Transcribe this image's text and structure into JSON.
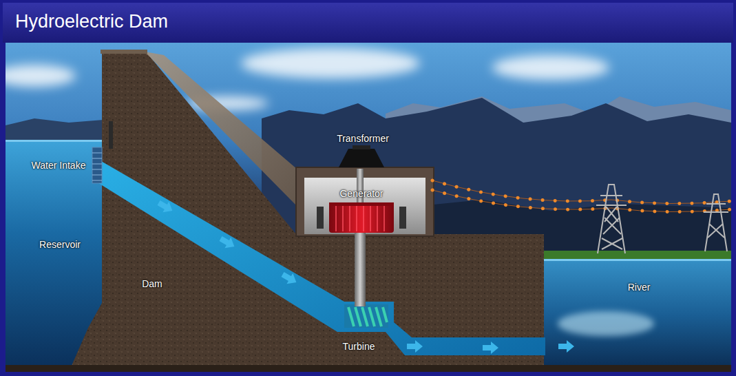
{
  "diagram": {
    "title": "Hydroelectric Dam",
    "labels": [
      "Transformer",
      "Water Intake",
      "Generator",
      "Reservoir",
      "Dam",
      "River",
      "Turbine"
    ]
  }
}
